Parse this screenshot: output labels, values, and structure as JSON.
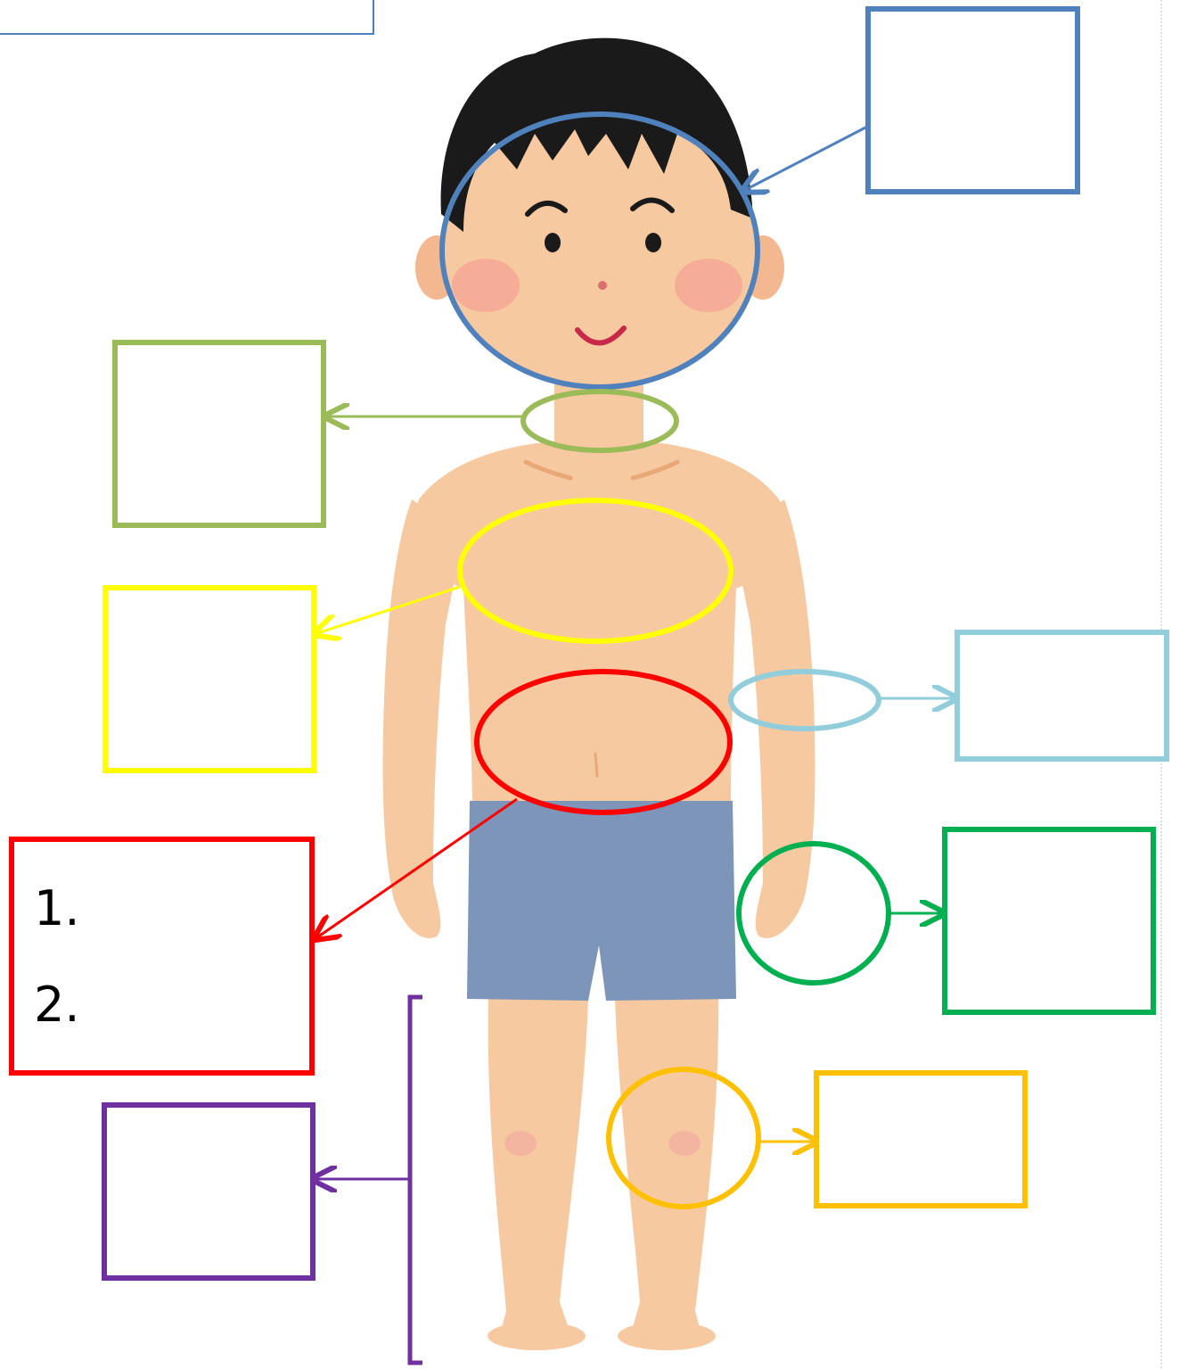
{
  "worksheet": {
    "title_box_text": "",
    "answer_boxes": [
      {
        "part": "head",
        "color": "#4F81BD",
        "lines": []
      },
      {
        "part": "neck",
        "color": "#9BBB59",
        "lines": []
      },
      {
        "part": "chest",
        "color": "#FFFF00",
        "lines": []
      },
      {
        "part": "abdomen",
        "color": "#FF0000",
        "lines": [
          "1.",
          "2."
        ]
      },
      {
        "part": "legs",
        "color": "#7030A0",
        "lines": []
      },
      {
        "part": "arm",
        "color": "#92CDDC",
        "lines": []
      },
      {
        "part": "hand",
        "color": "#00B050",
        "lines": []
      },
      {
        "part": "knee",
        "color": "#FFC000",
        "lines": []
      }
    ],
    "abdomen_item_1": "1.",
    "abdomen_item_2": "2."
  },
  "colors": {
    "skin": "#F7C9A0",
    "hair": "#1A1A1A",
    "shorts": "#7C95B8",
    "cheek": "#F28B8B"
  }
}
